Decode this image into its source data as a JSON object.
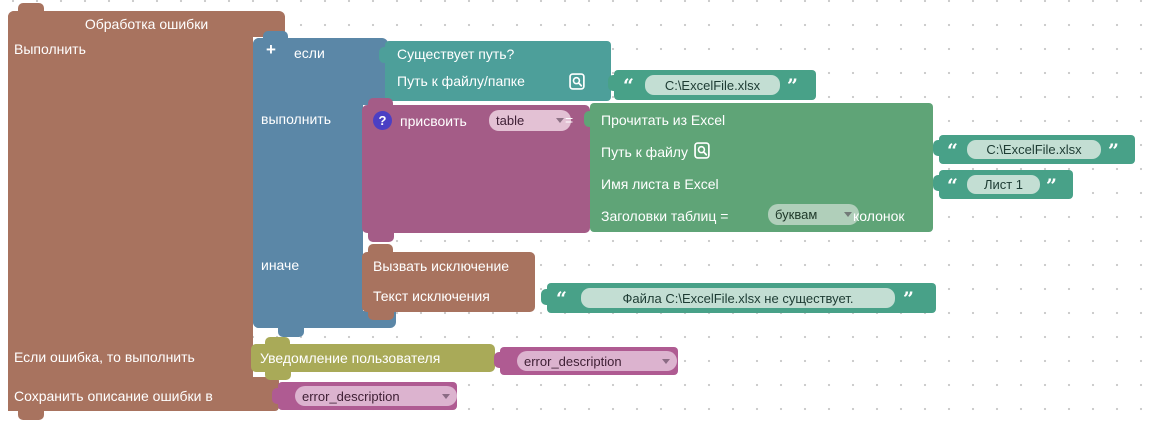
{
  "colors": {
    "brown": "#a8735f",
    "blue": "#5b87a7",
    "teal": "#4d9f9a",
    "string_green": "#48a188",
    "excel_green": "#5fa477",
    "purple": "#a45c87",
    "olive": "#a9aa58",
    "magenta": "#af5b92",
    "help_icon_bg": "#4b3fc4"
  },
  "blocks": {
    "try": {
      "title": "Обработка ошибки",
      "do_label": "Выполнить",
      "catch_label": "Если ошибка, то выполнить",
      "save_label": "Сохранить описание ошибки в"
    },
    "if": {
      "plus": "+",
      "if_label": "если",
      "do_label": "выполнить",
      "else_label": "иначе"
    },
    "path_exists": {
      "title": "Существует путь?",
      "path_label": "Путь к файлу/папке"
    },
    "assign": {
      "label": "присвоить",
      "variable": "table",
      "equals": "=",
      "help_glyph": "?"
    },
    "read_excel": {
      "title": "Прочитать из Excel",
      "path_label": "Путь к файлу",
      "sheet_label": "Имя листа в Excel",
      "headers_label": "Заголовки таблиц =",
      "headers_value": "буквам",
      "headers_suffix": "колонок"
    },
    "raise": {
      "title": "Вызвать исключение",
      "text_label": "Текст исключения"
    },
    "notify": {
      "title": "Уведомление пользователя",
      "variable": "error_description"
    },
    "save_to": {
      "variable": "error_description"
    },
    "strings": {
      "file_path_1": "C:\\ExcelFile.xlsx",
      "file_path_2": "C:\\ExcelFile.xlsx",
      "sheet_name": "Лист 1",
      "error_text": "Файла C:\\ExcelFile.xlsx не существует."
    },
    "quote_open": "“",
    "quote_close": "”"
  }
}
